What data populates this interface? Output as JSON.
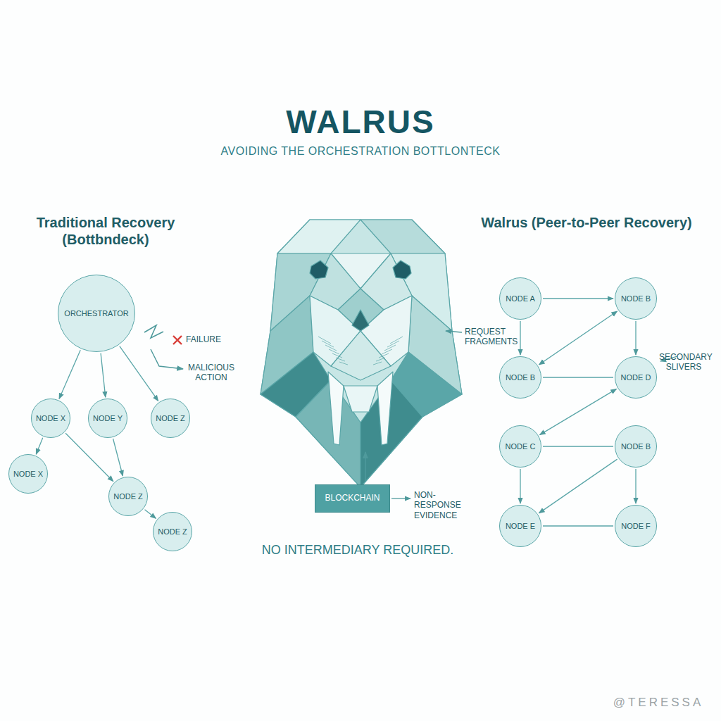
{
  "diagram": {
    "title": "WALRUS",
    "nodes": [
      {
        "text": [
          "ORCHESTRATOR"
        ]
      },
      {
        "text": [
          "NODE X"
        ]
      },
      {
        "text": [
          "NODE Y"
        ]
      },
      {
        "text": [
          "NODE Z"
        ]
      },
      {
        "text": [
          "NODE X"
        ]
      },
      {
        "text": [
          "NODE Z"
        ]
      },
      {
        "text": [
          "NODE Z"
        ]
      },
      {
        "text": [
          "BLOCKCHAIN"
        ]
      },
      {
        "text": [
          "NODE A"
        ]
      },
      {
        "text": [
          "NODE B"
        ]
      },
      {
        "text": [
          "NODE B"
        ]
      },
      {
        "text": [
          "NODE D"
        ]
      },
      {
        "text": [
          "NODE C"
        ]
      },
      {
        "text": [
          "NODE B"
        ]
      },
      {
        "text": [
          "NODE E"
        ]
      },
      {
        "text": [
          "NODE F"
        ]
      }
    ],
    "edges": [
      {
        "from": 0,
        "to": 1,
        "arrow": "to"
      },
      {
        "from": 0,
        "to": 2,
        "arrow": "to"
      },
      {
        "from": 0,
        "to": 3,
        "arrow": "to"
      },
      {
        "from": 1,
        "to": 4,
        "arrow": "to"
      },
      {
        "from": 1,
        "to": 5,
        "arrow": "to"
      },
      {
        "from": 2,
        "to": 5,
        "arrow": "to"
      },
      {
        "from": 5,
        "to": 6,
        "arrow": "to"
      },
      {
        "from": 8,
        "to": 9,
        "arrow": "to"
      },
      {
        "from": 8,
        "to": 10,
        "arrow": "to"
      },
      {
        "from": 9,
        "to": 10,
        "arrow": "both"
      },
      {
        "from": 9,
        "to": 11,
        "arrow": "to"
      },
      {
        "from": 10,
        "to": 11,
        "arrow": "none"
      },
      {
        "from": 11,
        "to": 12,
        "arrow": "both"
      },
      {
        "from": 12,
        "to": 13,
        "arrow": "none"
      },
      {
        "from": 12,
        "to": 14,
        "arrow": "to"
      },
      {
        "from": 13,
        "to": 15,
        "arrow": "to"
      },
      {
        "from": 14,
        "to": 15,
        "arrow": "none"
      },
      {
        "from": 13,
        "to": 14,
        "arrow": "to"
      }
    ],
    "labels": [
      "AVOIDING THE ORCHESTRATION BOTTLONTECK",
      "Traditional Recovery (Bottbndeck)",
      "Walrus (Peer-to-Peer Recovery)",
      "FAILURE",
      "MALICIOUS ACTION",
      "REQUEST FRAGMENTS",
      "SECONDARY SLIVERS",
      "NON-RESPONSE EVIDENCE",
      "NO INTERMEDIARY REQUIRED.",
      "@TERESSA"
    ]
  }
}
